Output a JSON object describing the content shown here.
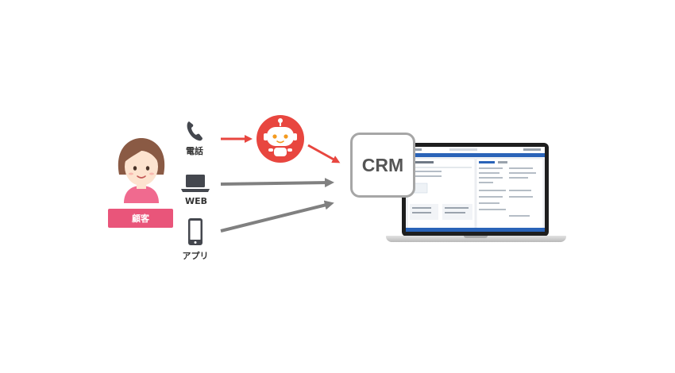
{
  "customer": {
    "label": "顧客",
    "badge_color": "#e9557a",
    "hair_color": "#8a5a44",
    "skin_color": "#fde3cf",
    "shirt_color": "#f06a8f"
  },
  "channels": [
    {
      "id": "phone",
      "label": "電話",
      "icon": "phone-icon"
    },
    {
      "id": "web",
      "label": "WEB",
      "icon": "laptop-icon"
    },
    {
      "id": "app",
      "label": "アプリ",
      "icon": "smartphone-icon"
    }
  ],
  "robot": {
    "icon": "robot-icon",
    "color": "#e8463f"
  },
  "crm": {
    "label": "CRM",
    "border_color": "#a6a6a6"
  },
  "arrows": {
    "highlight_color": "#e8463f",
    "neutral_color": "#808080"
  },
  "laptop": {
    "icon": "laptop-screen-icon",
    "accent_color": "#2a63b8"
  }
}
